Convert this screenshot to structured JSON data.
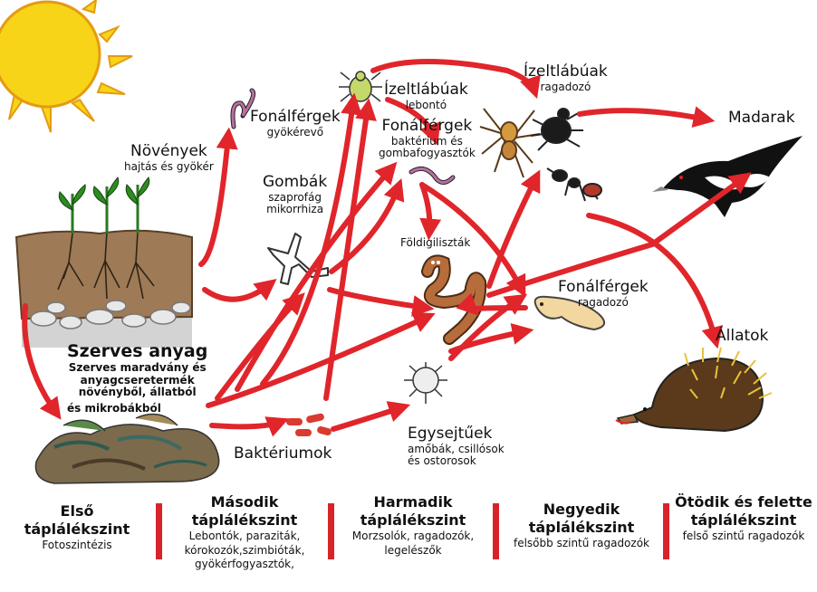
{
  "nodes": {
    "plants": {
      "title": "Növények",
      "sub": "hajtás és gyökér"
    },
    "root_nematodes": {
      "title": "Fonálférgek",
      "sub": "gyökérevő"
    },
    "fungi": {
      "title": "Gombák",
      "sub1": "szaprofág",
      "sub2": "mikorrhiza"
    },
    "arthropods_decomposer": {
      "title": "Ízeltlábúak",
      "sub": "lebontó"
    },
    "nematodes_bf": {
      "title": "Fonálférgek",
      "sub1": "baktérium és",
      "sub2": "gombafogyasztók"
    },
    "arthropods_predator": {
      "title": "Ízeltlábúak",
      "sub": "ragadozó"
    },
    "birds": {
      "title": "Madarak"
    },
    "earthworms": {
      "title": "Földigiliszták"
    },
    "nematodes_predator": {
      "title": "Fonálférgek",
      "sub": "ragadozó"
    },
    "animals": {
      "title": "Állatok"
    },
    "organic_matter": {
      "title": "Szerves anyag",
      "sub1": "Szerves maradvány és",
      "sub2": "anyagcseretermék",
      "sub3": "növényből, állatból",
      "sub4": "és mikrobákból"
    },
    "bacteria": {
      "title": "Baktériumok"
    },
    "protozoa": {
      "title": "Egysejtűek",
      "sub1": "amőbák, csillósok",
      "sub2": "és ostorosok"
    }
  },
  "levels": [
    {
      "title1": "Első",
      "title2": "táplálékszint",
      "desc1": "Fotoszintézis"
    },
    {
      "title1": "Második",
      "title2": "táplálékszint",
      "desc1": "Lebontók, paraziták,",
      "desc2": "kórokozók,szimbióták,",
      "desc3": "gyökérfogyasztók,"
    },
    {
      "title1": "Harmadik",
      "title2": "táplálékszint",
      "desc1": "Morzsolók, ragadozók,",
      "desc2": "legelészők"
    },
    {
      "title1": "Negyedik",
      "title2": "táplálékszint",
      "desc1": "felsőbb szintű ragadozók"
    },
    {
      "title1": "Ötödik és felette",
      "title2": "táplálékszint",
      "desc1": "felső szintű ragadozók"
    }
  ],
  "colors": {
    "arrow": "#e0252b",
    "sun": "#f7d417",
    "sun_stroke": "#e49b12",
    "soil": "#9e7a56",
    "separator": "#d9232b"
  }
}
